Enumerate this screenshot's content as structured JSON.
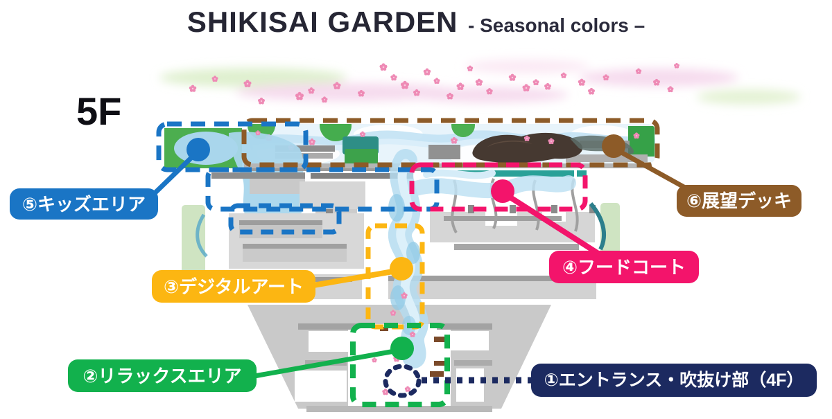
{
  "header": {
    "title": "SHIKISAI GARDEN",
    "subtitle": "- Seasonal colors –"
  },
  "floor": {
    "label": "5F"
  },
  "map": {
    "zones": [
      {
        "label": "①エントランス・吹抜け部（4F）",
        "color": "#1c2a60"
      },
      {
        "label": "②リラックスエリア",
        "color": "#12b14d"
      },
      {
        "label": "③デジタルアート",
        "color": "#fcb612"
      },
      {
        "label": "④フードコート",
        "color": "#f3146b"
      },
      {
        "label": "⑤キッズエリア",
        "color": "#1a75c5"
      },
      {
        "label": "⑥展望デッキ",
        "color": "#8d5b28"
      }
    ]
  }
}
